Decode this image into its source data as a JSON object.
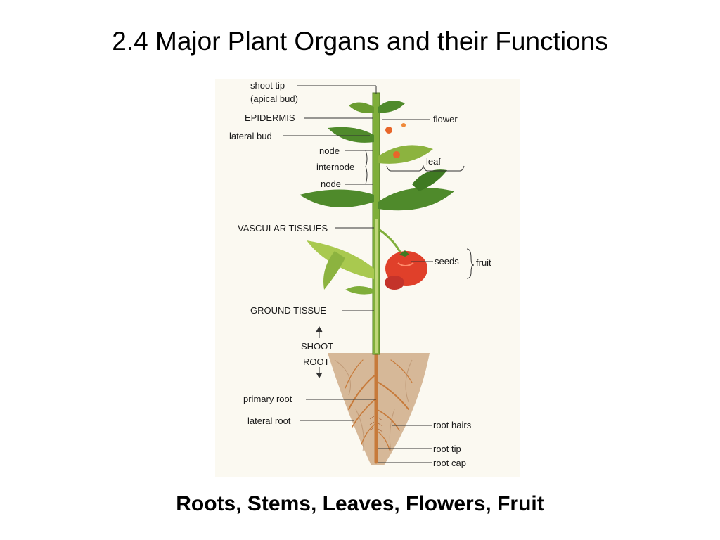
{
  "slide": {
    "title": "2.4 Major Plant Organs and their Functions",
    "subtitle": "Roots, Stems, Leaves, Flowers, Fruit"
  },
  "diagram": {
    "labels": {
      "shoot_tip": "shoot tip",
      "apical_bud": "(apical bud)",
      "epidermis": "EPIDERMIS",
      "lateral_bud": "lateral bud",
      "node_upper": "node",
      "internode": "internode",
      "node_lower": "node",
      "vascular_tissues": "VASCULAR TISSUES",
      "ground_tissue": "GROUND TISSUE",
      "shoot": "SHOOT",
      "root": "ROOT",
      "primary_root": "primary root",
      "lateral_root": "lateral root",
      "flower": "flower",
      "leaf": "leaf",
      "seeds": "seeds",
      "fruit": "fruit",
      "root_hairs": "root hairs",
      "root_tip": "root tip",
      "root_cap": "root cap"
    },
    "colors": {
      "stem": "#7fae3a",
      "leaf": "#4f8a2b",
      "leaf_light": "#a9c94f",
      "fruit": "#e0402a",
      "flower": "#e8662a",
      "soil": "#c9a27a",
      "root": "#c77a3a",
      "leader": "#333333"
    }
  }
}
